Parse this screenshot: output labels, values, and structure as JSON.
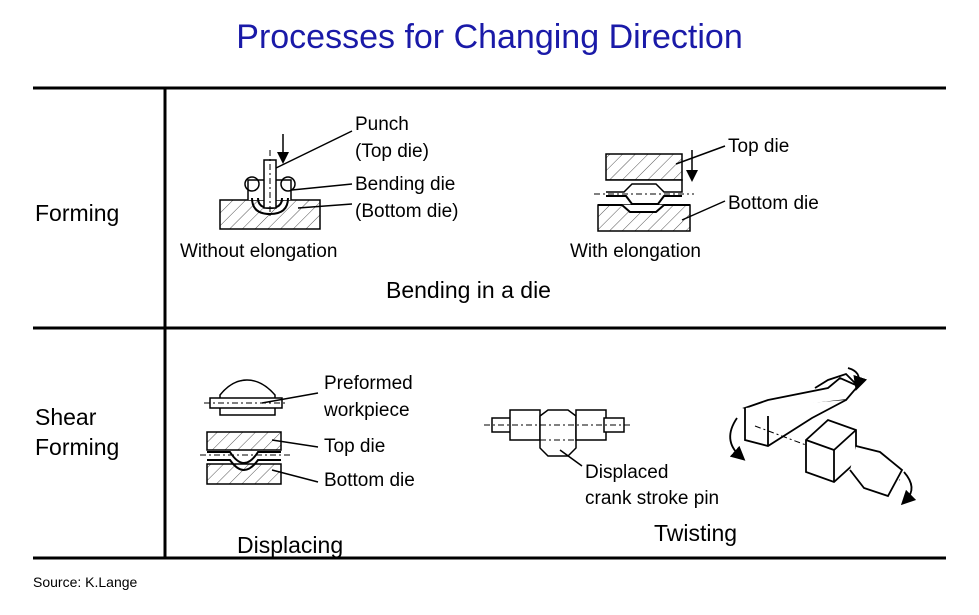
{
  "title": "Processes for Changing Direction",
  "rows": [
    {
      "label": "Forming",
      "figures": [
        {
          "labels": [
            "Punch",
            "(Top die)",
            "Bending die",
            "(Bottom die)"
          ],
          "caption": "Without elongation"
        },
        {
          "labels": [
            "Top die",
            "Bottom die"
          ],
          "caption": "With elongation"
        }
      ],
      "group_caption": "Bending in a die"
    },
    {
      "label_lines": [
        "Shear",
        "Forming"
      ],
      "figures": [
        {
          "labels": [
            "Preformed",
            "workpiece",
            "Top die",
            "Bottom die"
          ],
          "caption": "Displacing"
        },
        {
          "labels": [
            "Displaced",
            "crank stroke pin"
          ]
        },
        {
          "caption": "Twisting"
        }
      ]
    }
  ],
  "source": "Source: K.Lange"
}
